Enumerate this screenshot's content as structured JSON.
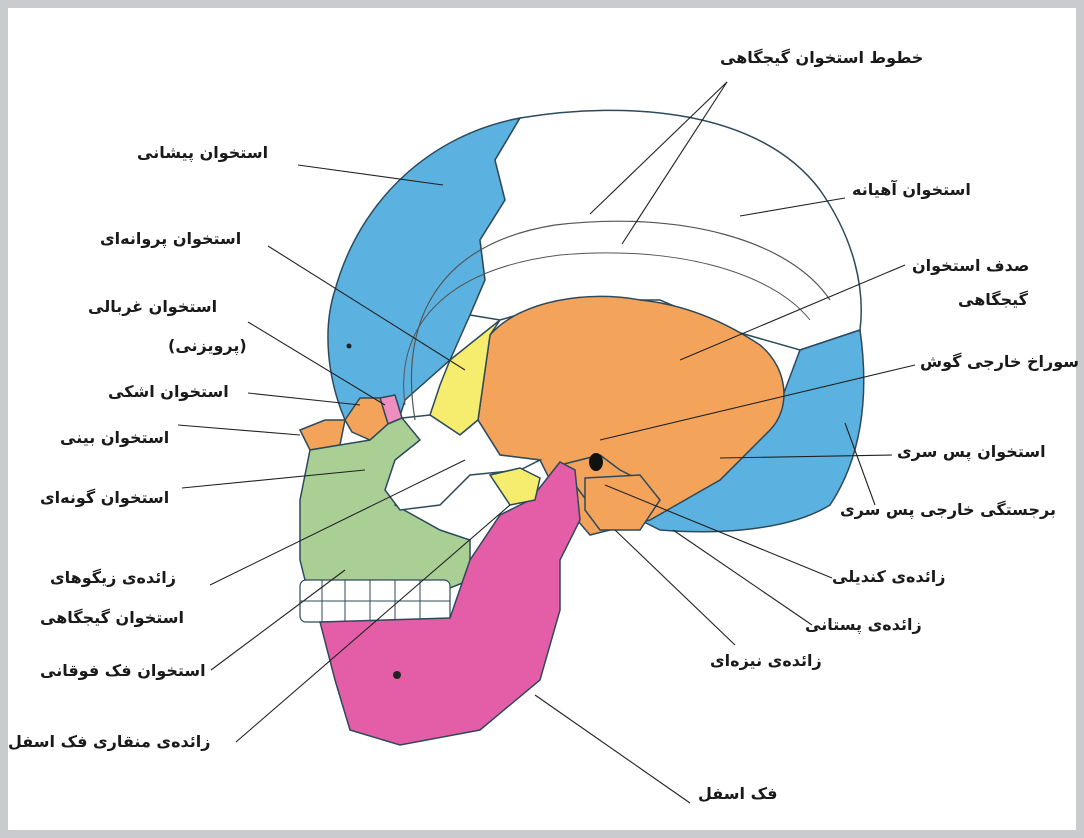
{
  "colors": {
    "frontal": "#5bb2e0",
    "parietal": "#ffffff",
    "temporal": "#f4a35a",
    "sphenoid": "#f6ec6e",
    "ethmoid": "#ee8fc0",
    "maxilla": "#a9cf95",
    "mandible": "#e35ea6",
    "zygomatic": "#ffffff",
    "occipital": "#5bb2e0",
    "frame": "#c9cbce"
  },
  "labels": {
    "temporal_lines": "خطوط استخوان گیجگاهی",
    "frontal": "استخوان پیشانی",
    "parietal": "استخوان آهیانه",
    "sphenoid": "استخوان پروانه‌ای",
    "temporal_squama_1": "صدف استخوان",
    "temporal_squama_2": "گیجگاهی",
    "ethmoid_1": "استخوان غربالی",
    "ethmoid_2": "(پرویزنی)",
    "ear_canal": "سوراخ خارجی گوش",
    "lacrimal": "استخوان اشکی",
    "nasal": "استخوان بینی",
    "occipital": "استخوان پس سری",
    "zygomatic": "استخوان گونه‌ای",
    "occipital_protuberance": "برجستگی خارجی پس سری",
    "zygomatic_process_1": "زائده‌ی زیگوهای",
    "zygomatic_process_2": "استخوان گیجگاهی",
    "condylar_process": "زائده‌ی کندیلی",
    "mastoid_process": "زائده‌ی پستانی",
    "maxilla": "استخوان فک فوقانی",
    "styloid_process": "زائده‌ی نیزه‌ای",
    "coronoid_process": "زائده‌ی منقاری فک اسفل",
    "mandible": "فک اسفل"
  }
}
